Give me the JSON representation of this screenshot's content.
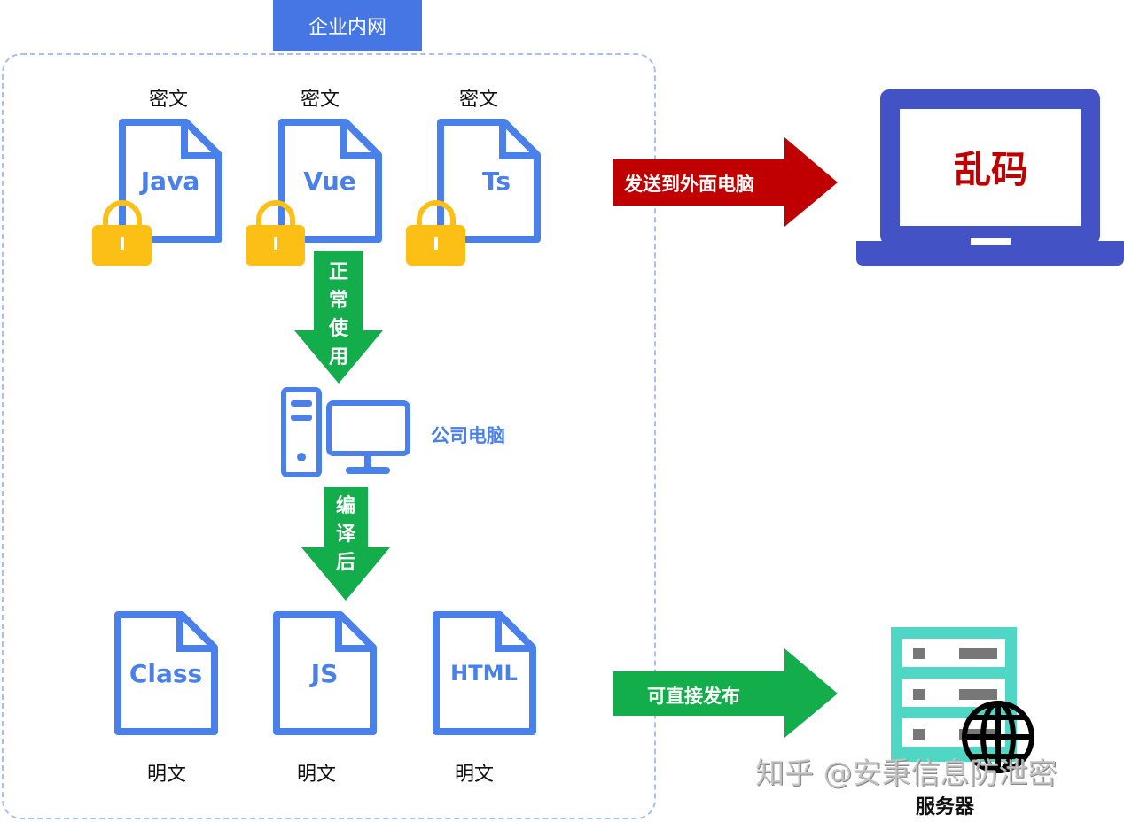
{
  "header": {
    "title": "企业内网"
  },
  "encrypted_files": [
    {
      "name": "Java",
      "state": "密文"
    },
    {
      "name": "Vue",
      "state": "密文"
    },
    {
      "name": "Ts",
      "state": "密文"
    }
  ],
  "plain_files": [
    {
      "name": "Class",
      "state": "明文"
    },
    {
      "name": "JS",
      "state": "明文"
    },
    {
      "name": "HTML",
      "state": "明文"
    }
  ],
  "flow": {
    "normal_use": "正常使用",
    "company_pc": "公司电脑",
    "compiled": "编译后",
    "send_outside": "发送到外面电脑",
    "garbled": "乱码",
    "publish": "可直接发布",
    "server": "服务器"
  },
  "watermark": "知乎 @安秉信息防泄密",
  "colors": {
    "blue": "#4a80ea",
    "title": "#4576e4",
    "lock": "#fbbf16",
    "green": "#13ad4b",
    "red": "#c00000",
    "laptop": "#4352c4",
    "server": "#4fd6c4"
  }
}
